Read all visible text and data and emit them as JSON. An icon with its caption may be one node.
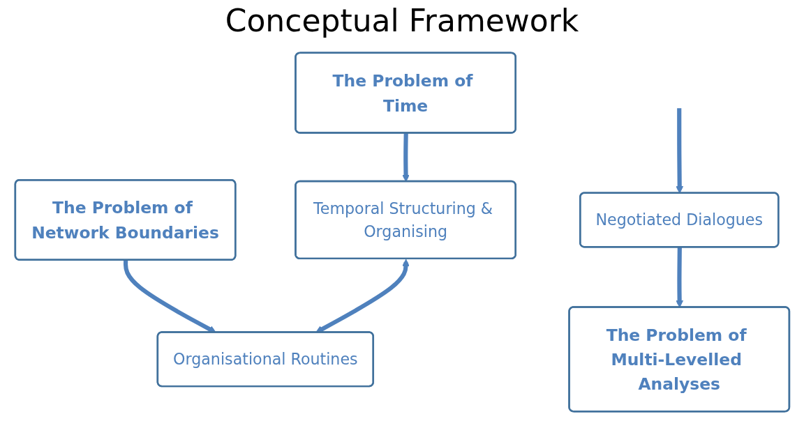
{
  "diagram": {
    "title": "Conceptual Framework",
    "nodes": [
      {
        "text": [
          "The Problem of Time"
        ]
      },
      {
        "text": [
          "The Problem of Network Boundaries"
        ]
      },
      {
        "text": [
          "Temporal Structuring & Organising"
        ]
      },
      {
        "text": [
          "Organisational Routines"
        ]
      },
      {
        "text": [
          "Negotiated Dialogues"
        ]
      },
      {
        "text": [
          "The Problem of Multi-Levelled Analyses"
        ]
      }
    ],
    "edges": [
      {
        "from": 0,
        "to": 2,
        "arrow": "to"
      },
      {
        "from": 1,
        "to": 3,
        "arrow": "to"
      },
      {
        "from": 2,
        "to": 3,
        "arrow": "both"
      },
      {
        "from": null,
        "to": 4,
        "arrow": "to"
      },
      {
        "from": 4,
        "to": 5,
        "arrow": "to"
      }
    ]
  }
}
